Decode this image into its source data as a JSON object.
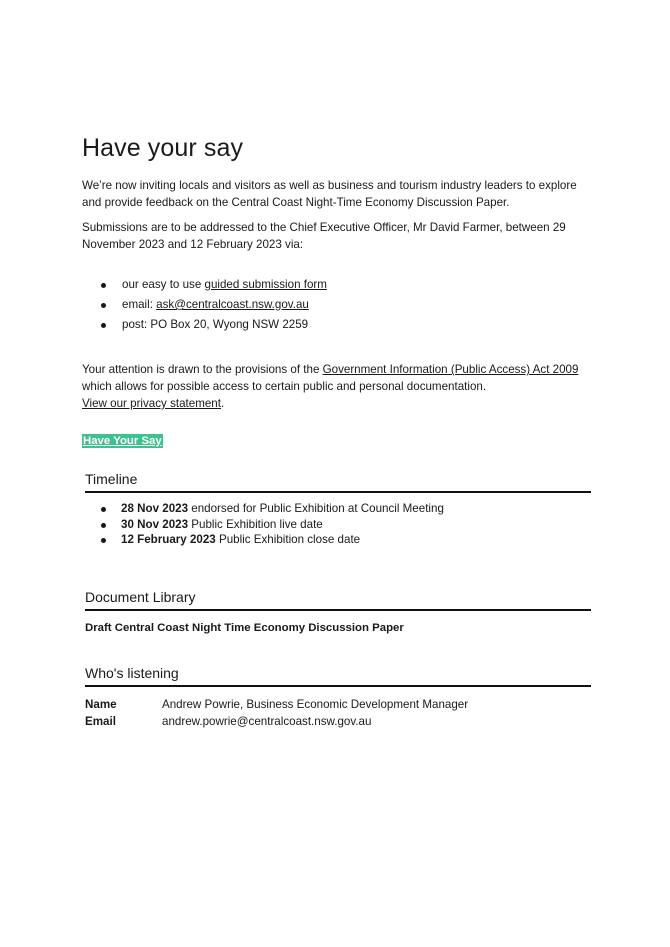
{
  "heading": "Have your say",
  "intro": "We’re now inviting locals and visitors as well as business and tourism industry leaders to explore and provide feedback on the Central Coast Night-Time Economy Discussion Paper.",
  "submissions": "Submissions are to be addressed to the Chief Executive Officer, Mr David Farmer, between 29 November 2023 and 12 February 2023 via:",
  "methods": [
    {
      "prefix": "our easy to use ",
      "link": "guided submission form"
    },
    {
      "prefix": "email: ",
      "link": "ask@centralcoast.nsw.gov.au"
    },
    {
      "prefix": "post: PO Box 20, Wyong NSW 2259",
      "link": ""
    }
  ],
  "attention": {
    "prefix": "Your attention is drawn to the provisions of the ",
    "act_link": "Government Information (Public Access) Act 2009 ",
    "suffix": "which allows for possible access to certain public and personal documentation.",
    "privacy_link": "View our privacy statement",
    "period": "."
  },
  "cta_label": "Have Your Say",
  "timeline": {
    "title": "Timeline",
    "items": [
      {
        "date": "28 Nov 2023",
        "text": " endorsed for Public Exhibition at Council Meeting"
      },
      {
        "date": "30 Nov 2023",
        "text": " Public Exhibition live date"
      },
      {
        "date": "12 February 2023",
        "text": " Public Exhibition close date"
      }
    ]
  },
  "library": {
    "title": "Document Library",
    "document": "Draft Central Coast Night Time Economy Discussion Paper"
  },
  "listening": {
    "title": "Who's listening",
    "name_label": "Name",
    "name_value": "Andrew Powrie, Business Economic Development Manager",
    "email_label": "Email",
    "email_value": "andrew.powrie@centralcoast.nsw.gov.au"
  }
}
